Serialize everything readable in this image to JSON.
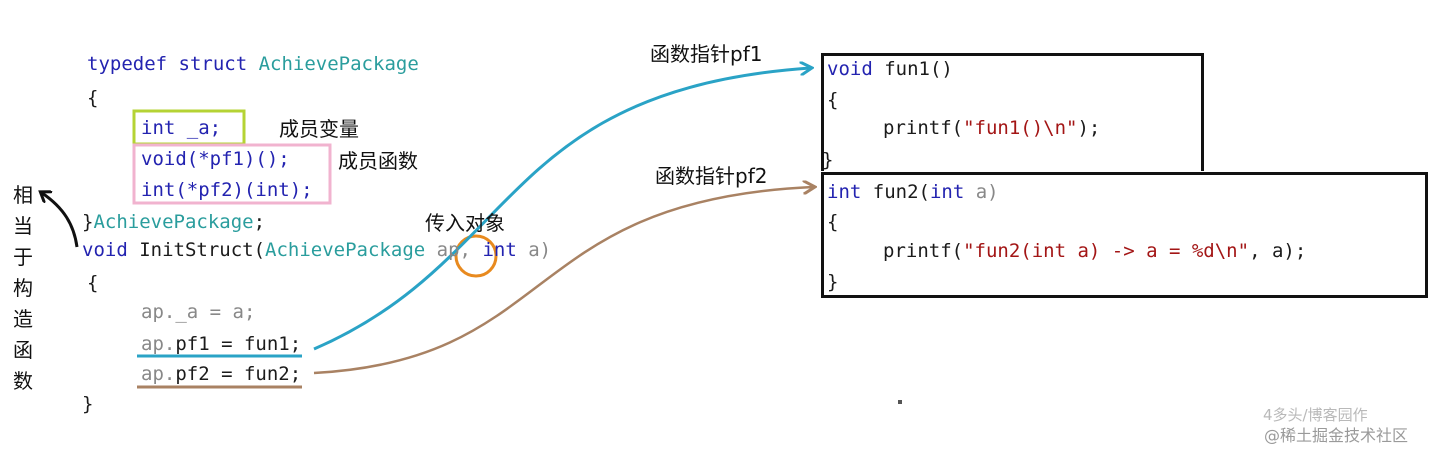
{
  "left_code": {
    "l1_kw": "typedef struct",
    "l1_type": "AchievePackage",
    "l2": "{",
    "int_a": "int _a;",
    "pf1_decl": "void(*pf1)();",
    "pf2_decl": "int(*pf2)(int);",
    "close_brace": "}",
    "close_type": "AchievePackage",
    "close_semi": ";",
    "init_kw": "void",
    "init_name": " InitStruct(",
    "init_type": "AchievePackage",
    "init_ap": "ap,",
    "init_int": "int",
    "init_a": " a)",
    "body_open": "{",
    "assign_a_obj": "ap.",
    "assign_a_rest": "_a = a;",
    "assign_pf1_obj": "ap.",
    "assign_pf1_rest": "pf1 = fun1;",
    "assign_pf2_obj": "ap.",
    "assign_pf2_rest": "pf2 = fun2;",
    "body_close": "}"
  },
  "fun1": {
    "l1_kw": "void",
    "l1_rest": " fun1()",
    "l2": "{",
    "l3_call": "printf(",
    "l3_str": "\"fun1()\\n\"",
    "l3_end": ");",
    "l4": "}"
  },
  "fun2": {
    "l1_kw": "int",
    "l1_name": " fun2(",
    "l1_kw2": "int",
    "l1_arg": " a)",
    "l2": "{",
    "l3_call": "printf(",
    "l3_str": "\"fun2(int a) -> a = %d\\n\"",
    "l3_end": ", a);",
    "l4": "}"
  },
  "annotations": {
    "member_var": "成员变量",
    "member_func": "成员函数",
    "pass_object": "传入对象",
    "func_ptr_pf1": "函数指针pf1",
    "func_ptr_pf2": "函数指针pf2",
    "constructor": [
      "相",
      "当",
      "于",
      "构",
      "造",
      "函",
      "数"
    ]
  },
  "watermark": {
    "line1": "4多头/博客园作",
    "line2": "@稀土掘金技术社区"
  },
  "colors": {
    "green_box": "#b5d334",
    "pink_box": "#f1b3cf",
    "orange_circle": "#e88a1f",
    "blue_arrow": "#2aa3c6",
    "brown_arrow": "#a98263"
  }
}
